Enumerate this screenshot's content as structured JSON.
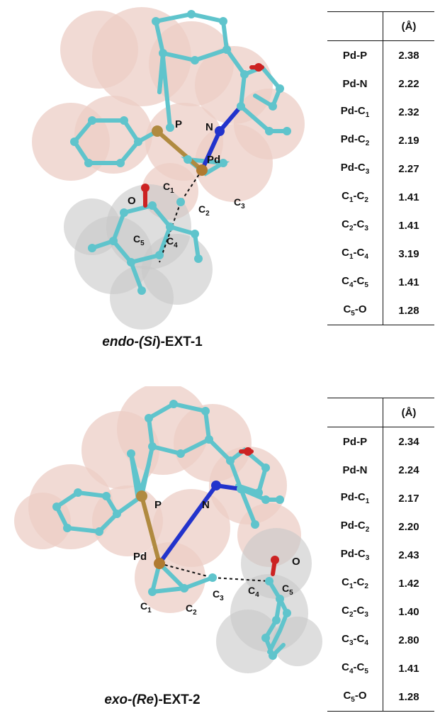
{
  "structures": [
    {
      "caption": {
        "prefix": "endo-(",
        "stereo": "Si",
        "suffix": ")-EXT-1"
      },
      "atom_labels": [
        "P",
        "N",
        "Pd",
        "O",
        "C1",
        "C2",
        "C3",
        "C4",
        "C5"
      ],
      "unit_header": "(Å)",
      "rows": [
        {
          "bond": "Pd-P",
          "value": "2.38"
        },
        {
          "bond": "Pd-N",
          "value": "2.22"
        },
        {
          "bond": "Pd-C1",
          "value": "2.32"
        },
        {
          "bond": "Pd-C2",
          "value": "2.19"
        },
        {
          "bond": "Pd-C3",
          "value": "2.27"
        },
        {
          "bond": "C1-C2",
          "value": "1.41"
        },
        {
          "bond": "C2-C3",
          "value": "1.41"
        },
        {
          "bond": "C1-C4",
          "value": "3.19"
        },
        {
          "bond": "C4-C5",
          "value": "1.41"
        },
        {
          "bond": "C5-O",
          "value": "1.28"
        }
      ]
    },
    {
      "caption": {
        "prefix": "exo-(",
        "stereo": "Re",
        "suffix": ")-EXT-2"
      },
      "atom_labels": [
        "P",
        "N",
        "Pd",
        "O",
        "C1",
        "C2",
        "C3",
        "C4",
        "C5"
      ],
      "unit_header": "(Å)",
      "rows": [
        {
          "bond": "Pd-P",
          "value": "2.34"
        },
        {
          "bond": "Pd-N",
          "value": "2.24"
        },
        {
          "bond": "Pd-C1",
          "value": "2.17"
        },
        {
          "bond": "Pd-C2",
          "value": "2.20"
        },
        {
          "bond": "Pd-C3",
          "value": "2.43"
        },
        {
          "bond": "C1-C2",
          "value": "1.42"
        },
        {
          "bond": "C2-C3",
          "value": "1.40"
        },
        {
          "bond": "C3-C4",
          "value": "2.80"
        },
        {
          "bond": "C4-C5",
          "value": "1.41"
        },
        {
          "bond": "C5-O",
          "value": "1.28"
        }
      ]
    }
  ],
  "colors": {
    "carbon": "#5fc4cc",
    "phosphorus": "#b08a40",
    "palladium": "#b07a30",
    "nitrogen": "#2233cc",
    "oxygen": "#cc2222",
    "vdw_shell": "#eccdc6",
    "substrate_shell": "#c8c8c8"
  }
}
